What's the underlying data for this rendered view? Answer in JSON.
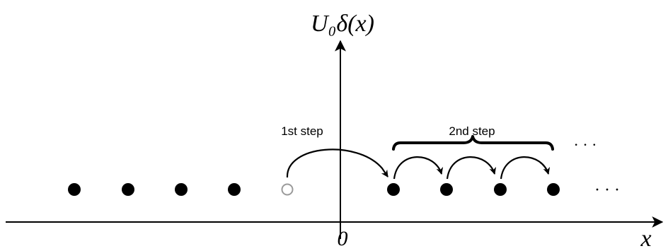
{
  "labels": {
    "y_axis": "U₀δ(x)",
    "x_axis": "x",
    "origin": "0",
    "first_step": "1st step",
    "second_step": "2nd step",
    "ellipsis_upper": "· · ·",
    "ellipsis_lower": "· · ·"
  },
  "colors": {
    "ink": "#000000",
    "hollow_site": "#9a9a9a"
  },
  "sites": {
    "left_filled_count": 4,
    "hollow_count": 1,
    "right_filled_count": 4
  }
}
